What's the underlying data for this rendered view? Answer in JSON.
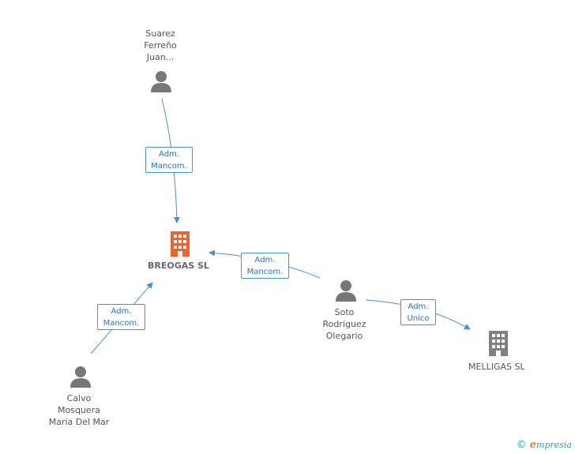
{
  "people": {
    "suarez": {
      "line1": "Suarez",
      "line2": "Ferreño",
      "line3": "Juan..."
    },
    "soto": {
      "line1": "Soto",
      "line2": "Rodriguez",
      "line3": "Olegario"
    },
    "calvo": {
      "line1": "Calvo",
      "line2": "Mosquera",
      "line3": "Maria Del Mar"
    }
  },
  "companies": {
    "breogas": {
      "label": "BREOGAS SL",
      "icon": "building-icon",
      "color": "#f0622e"
    },
    "melligas": {
      "label": "MELLIGAS SL",
      "icon": "building-icon",
      "color": "#808080"
    }
  },
  "roles": {
    "suarez_breogas": {
      "line1": "Adm.",
      "line2": "Mancom."
    },
    "soto_breogas": {
      "line1": "Adm.",
      "line2": "Mancom."
    },
    "calvo_breogas": {
      "line1": "Adm.",
      "line2": "Mancom."
    },
    "soto_melligas": {
      "line1": "Adm.",
      "line2": "Unico"
    }
  },
  "colors": {
    "edge": "#4a90d9",
    "person": "#777777"
  },
  "brand": {
    "copyright": "©",
    "name_e": "e",
    "name_rest": "mpresia"
  }
}
